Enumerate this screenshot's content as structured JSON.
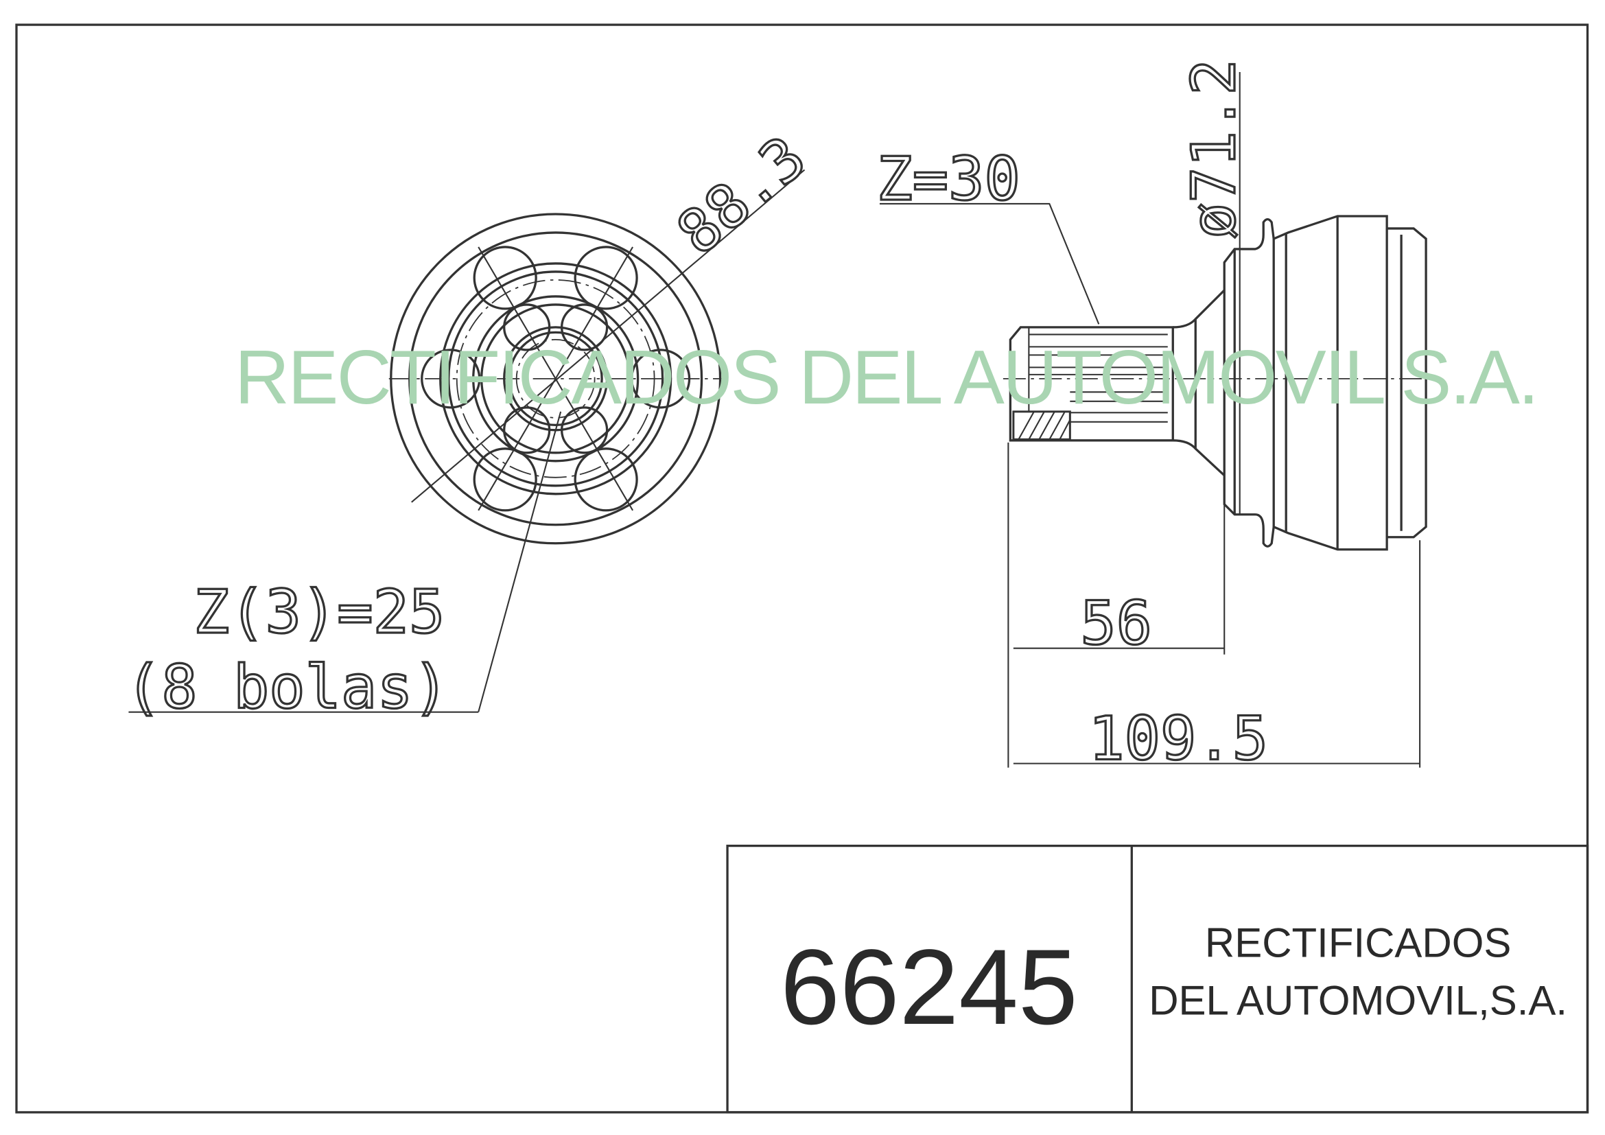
{
  "drawing": {
    "part_number": "66245",
    "company_line1": "RECTIFICADOS",
    "company_line2": "DEL AUTOMOVIL,S.A.",
    "watermark": "RECTIFICADOS DEL AUTOMOVIL S.A.",
    "dimensions": {
      "outer_diameter": "88.3",
      "spline_teeth": "Z=30",
      "bore_diameter": "ø71.2",
      "inner_spline": "Z(3)=25",
      "balls_note": "(8 bolas)",
      "length_short": "56",
      "length_total": "109.5"
    }
  }
}
